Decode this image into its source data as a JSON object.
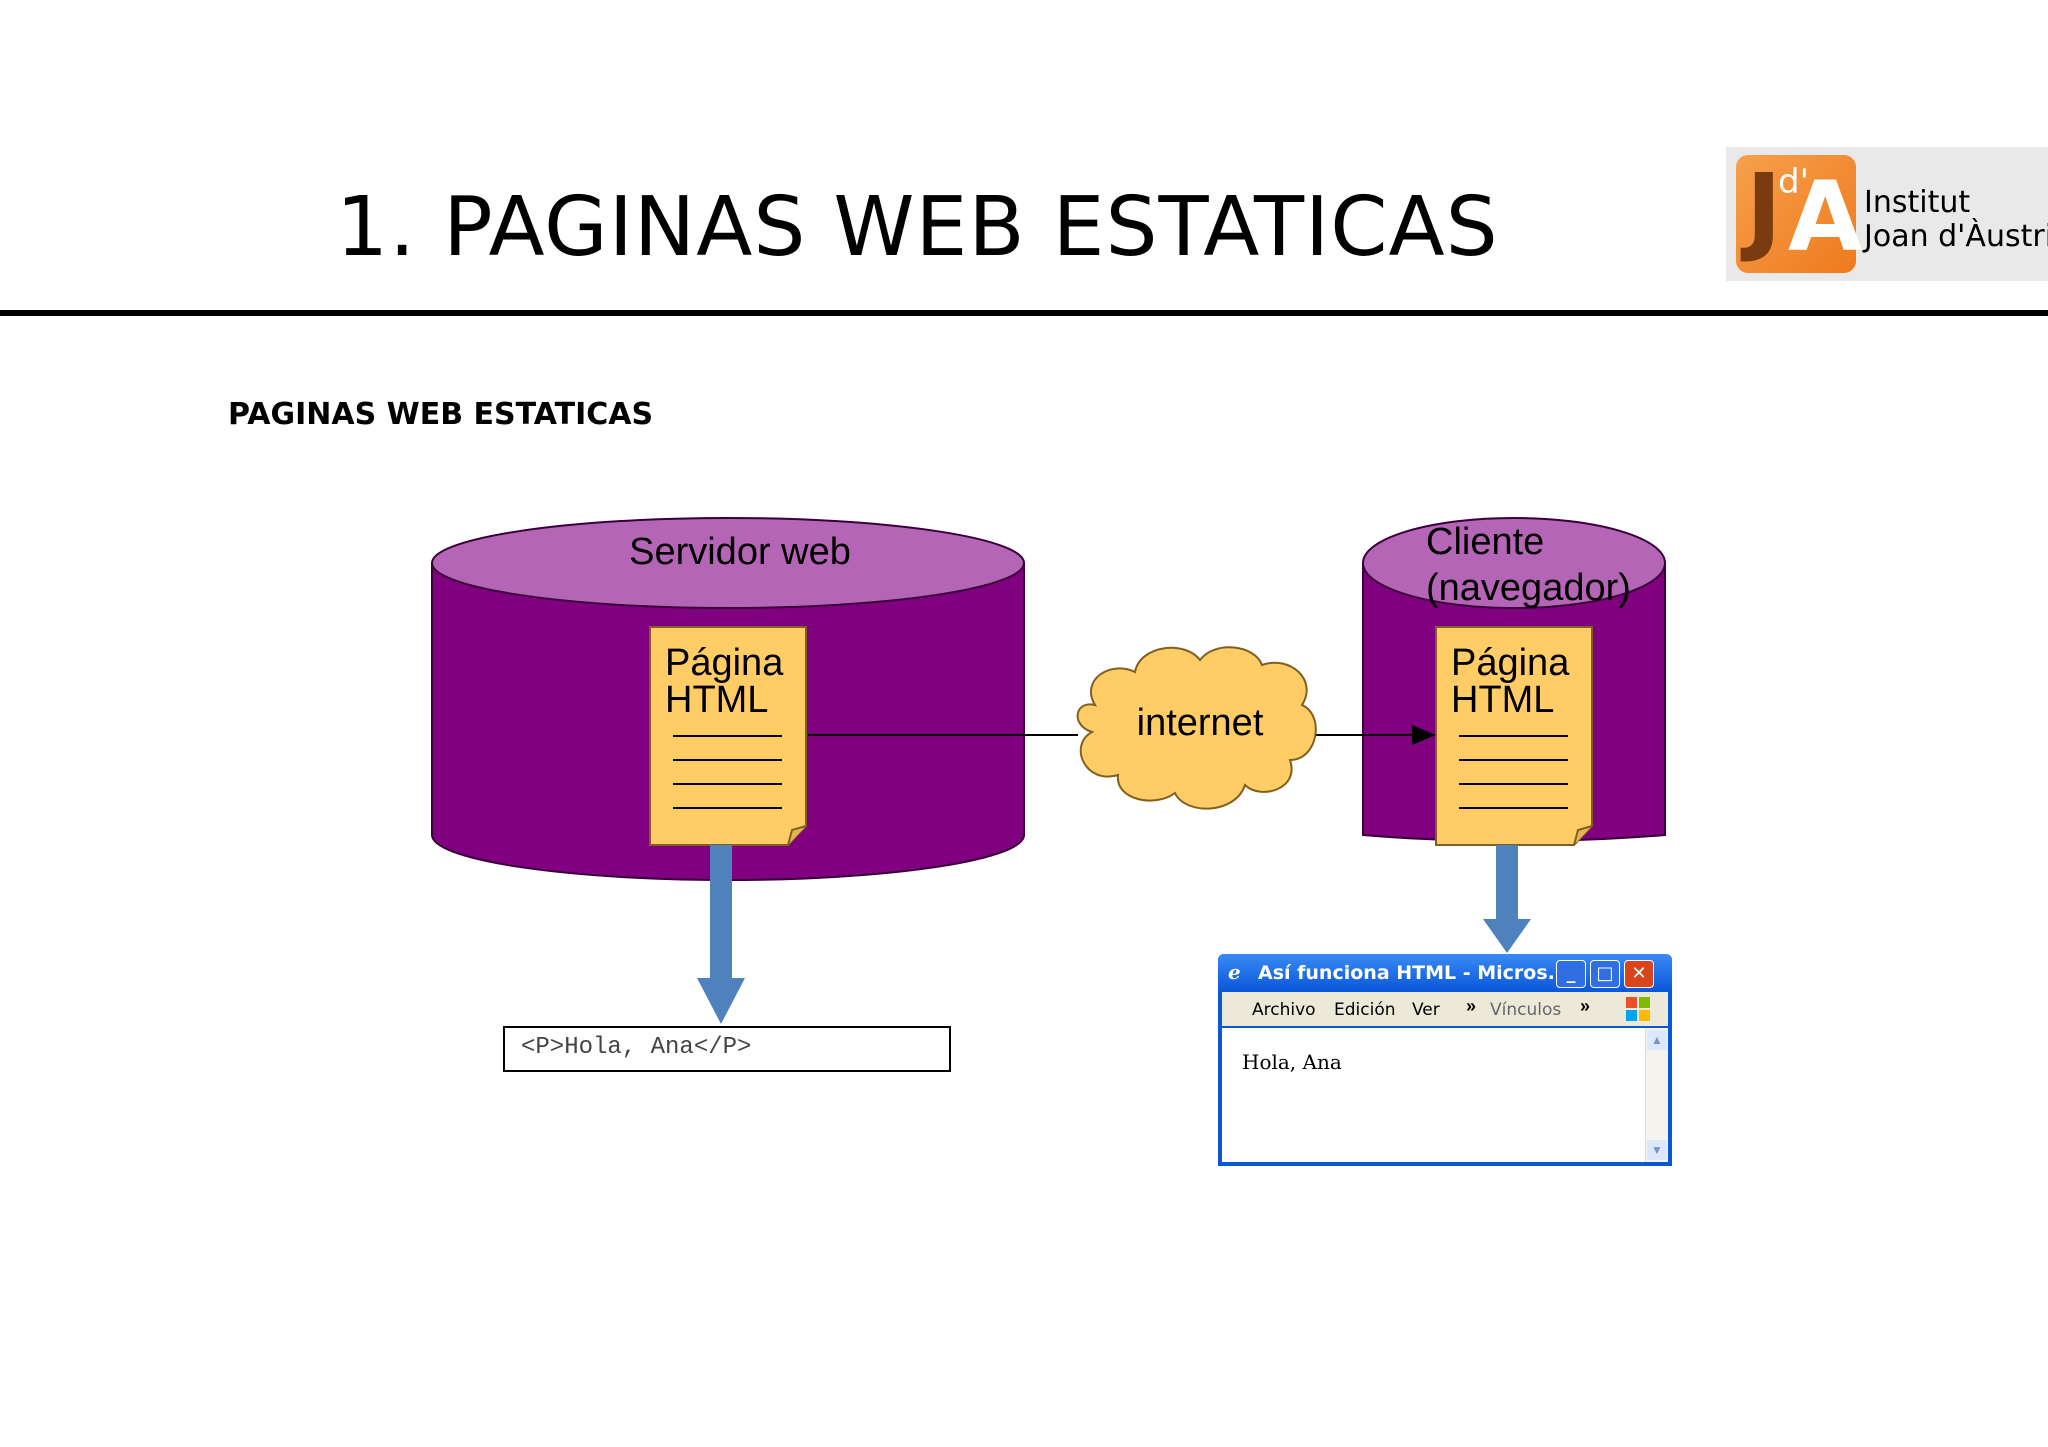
{
  "slide": {
    "title": "1. PAGINAS WEB ESTATICAS",
    "subtitle": "PAGINAS WEB ESTATICAS"
  },
  "logo": {
    "mark_j": "J",
    "mark_d": "d'",
    "mark_a": "A",
    "line1": "Institut",
    "line2": "Joan d'Àustria",
    "brand_color": "#ef7a1e"
  },
  "diagram": {
    "server_label": "Servidor web",
    "client_label_line1": "Cliente",
    "client_label_line2": "(navegador)",
    "page_label_line1": "Página",
    "page_label_line2": "HTML",
    "cloud_label": "internet",
    "code_text": "<P>Hola, Ana</P>",
    "cylinder_color": "#800080",
    "cylinder_top_color": "#b565b5",
    "page_color": "#ffcc66",
    "cloud_color": "#ffcc66",
    "arrow_color": "#4f81bd"
  },
  "browser": {
    "title": "Así funciona HTML - Micros...",
    "menu_archivo": "Archivo",
    "menu_edicion": "Edición",
    "menu_ver": "Ver",
    "menu_vinculos": "Vínculos",
    "content_text": "Hola, Ana",
    "icons": [
      "ie-icon",
      "minimize-icon",
      "maximize-icon",
      "close-icon",
      "windows-flag-icon",
      "scroll-up-icon",
      "scroll-down-icon"
    ]
  }
}
